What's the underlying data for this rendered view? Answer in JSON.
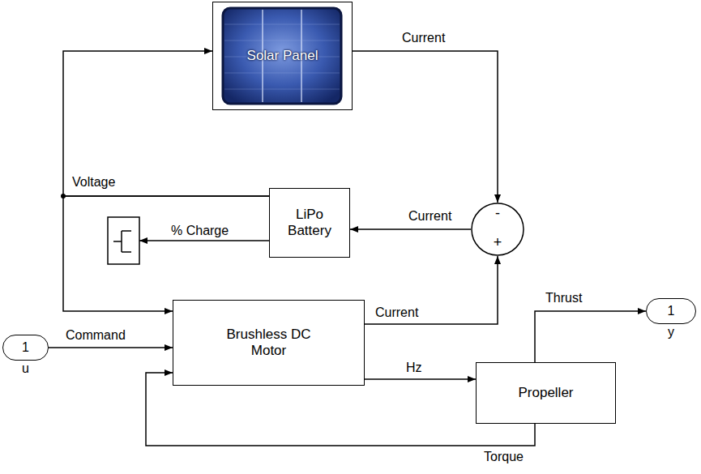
{
  "diagram": {
    "nodes": [
      {
        "text": [
          "Solar Panel"
        ]
      },
      {
        "text": [
          "LiPo Battery"
        ]
      },
      {
        "text": [
          "-",
          "+"
        ]
      },
      {
        "text": [
          "Brushless DC Motor"
        ]
      },
      {
        "text": [
          "1",
          "u"
        ]
      },
      {
        "text": [
          "Propeller"
        ]
      },
      {
        "text": [
          "1",
          "y"
        ]
      }
    ],
    "edges": [
      {
        "from": 0,
        "to": 2,
        "label": "Current",
        "arrow": "to"
      },
      {
        "from": 2,
        "to": 1,
        "label": "Current",
        "arrow": "to"
      },
      {
        "from": 1,
        "to": 0,
        "label": "Voltage",
        "arrow": "to"
      },
      {
        "from": 1,
        "to": 3,
        "arrow": "to"
      },
      {
        "from": 3,
        "to": 2,
        "label": "Current",
        "arrow": "to"
      },
      {
        "from": 4,
        "to": 3,
        "label": "Command",
        "arrow": "to"
      },
      {
        "from": 3,
        "to": 5,
        "label": "Hz",
        "arrow": "to"
      },
      {
        "from": 5,
        "to": 6,
        "label": "Thrust",
        "arrow": "to"
      },
      {
        "from": 5,
        "to": 3,
        "label": "Torque",
        "arrow": "to"
      }
    ],
    "labels": [
      "% Charge"
    ]
  }
}
